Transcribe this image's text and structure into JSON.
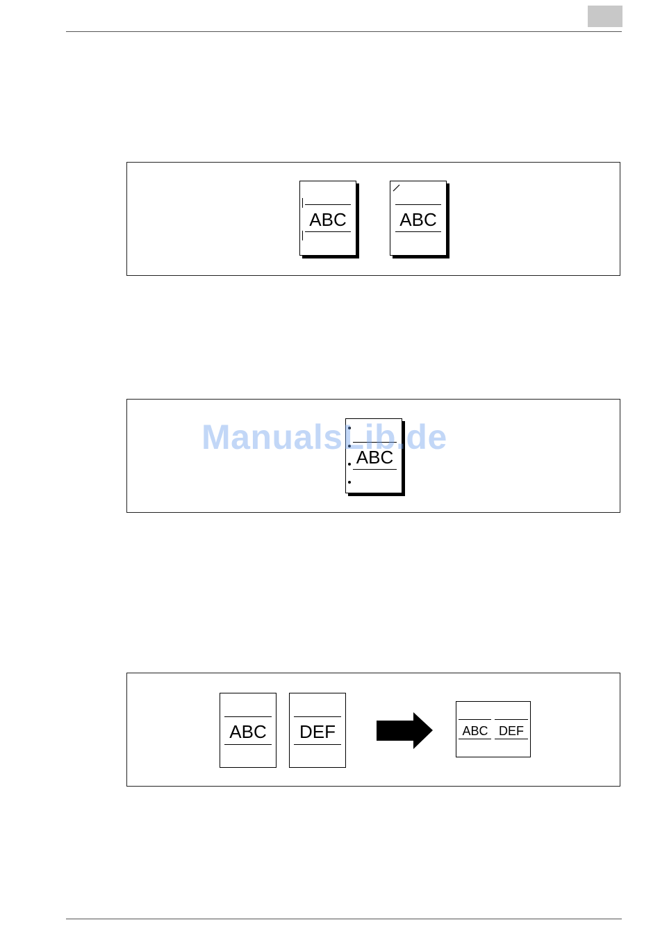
{
  "watermark": {
    "text": "ManualsLib.de"
  },
  "figure_staple": {
    "page_left": {
      "text": "ABC"
    },
    "page_right": {
      "text": "ABC"
    }
  },
  "figure_punch": {
    "page": {
      "text": "ABC"
    }
  },
  "figure_combine": {
    "original_1": {
      "text": "ABC"
    },
    "original_2": {
      "text": "DEF"
    },
    "combined_left": {
      "text": "ABC"
    },
    "combined_right": {
      "text": "DEF"
    }
  }
}
